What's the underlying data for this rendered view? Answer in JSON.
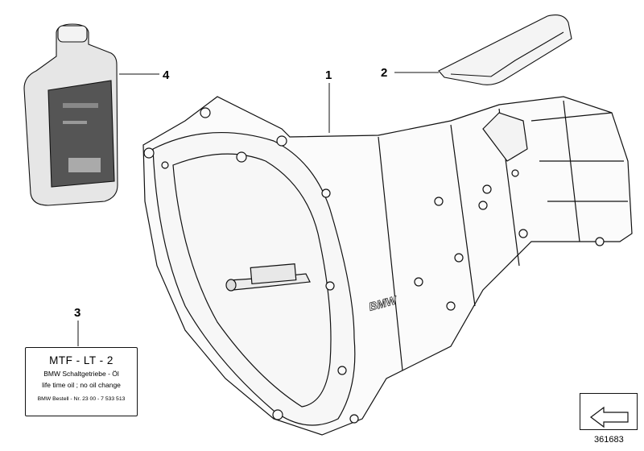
{
  "callouts": {
    "c1": "1",
    "c2": "2",
    "c3": "3",
    "c4": "4"
  },
  "oil_label": {
    "line1": "MTF - LT - 2",
    "line2": "BMW Schaltgetriebe - Öl",
    "line3": "life time oil ; no oil change",
    "line4": "BMW Bestell - Nr.  23 00 - 7 533 513"
  },
  "housing_logo": "BMW",
  "diagram_ref": "361683",
  "colors": {
    "line": "#111111",
    "bottle_fill": "#d8d8d8",
    "bottle_label": "#4a4a4a"
  },
  "icons": {
    "nav": "arrow-back-icon"
  }
}
